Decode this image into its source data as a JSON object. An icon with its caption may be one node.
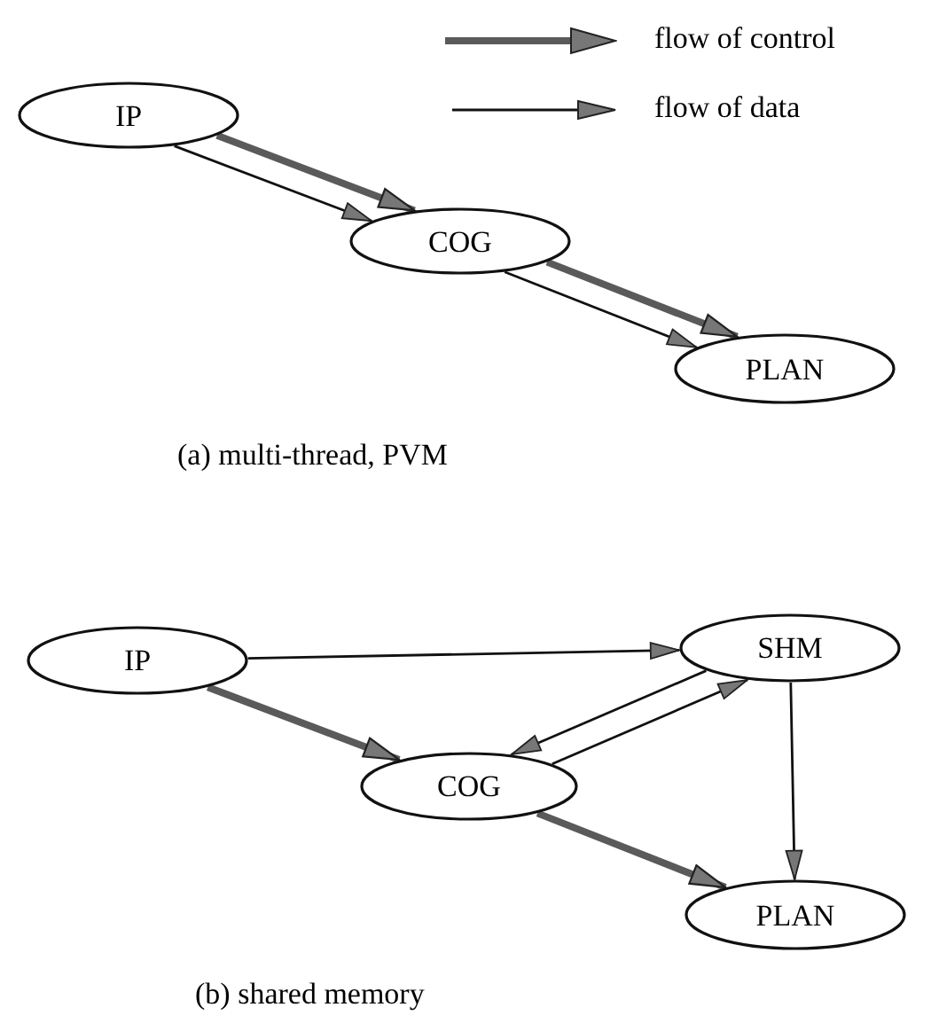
{
  "diagram": {
    "nodes": [
      {
        "text": [
          "IP"
        ]
      },
      {
        "text": [
          "COG"
        ]
      },
      {
        "text": [
          "PLAN"
        ]
      },
      {
        "text": [
          "IP"
        ]
      },
      {
        "text": [
          "SHM"
        ]
      },
      {
        "text": [
          "COG"
        ]
      },
      {
        "text": [
          "PLAN"
        ]
      }
    ],
    "edges": [
      {
        "from": 0,
        "to": 1,
        "arrow": "to",
        "style": "thick"
      },
      {
        "from": 0,
        "to": 1,
        "arrow": "to"
      },
      {
        "from": 1,
        "to": 2,
        "arrow": "to",
        "style": "thick"
      },
      {
        "from": 1,
        "to": 2,
        "arrow": "to"
      },
      {
        "from": 3,
        "to": 4,
        "arrow": "to"
      },
      {
        "from": 3,
        "to": 5,
        "arrow": "to",
        "style": "thick"
      },
      {
        "from": 4,
        "to": 5,
        "arrow": "to"
      },
      {
        "from": 5,
        "to": 4,
        "arrow": "to"
      },
      {
        "from": 5,
        "to": 6,
        "arrow": "to",
        "style": "thick"
      },
      {
        "from": 4,
        "to": 6,
        "arrow": "to"
      }
    ],
    "labels": [
      "(a) multi-thread, PVM",
      "(b) shared memory"
    ],
    "legend": [
      {
        "text": "flow of control"
      },
      {
        "text": "flow of data"
      }
    ]
  }
}
